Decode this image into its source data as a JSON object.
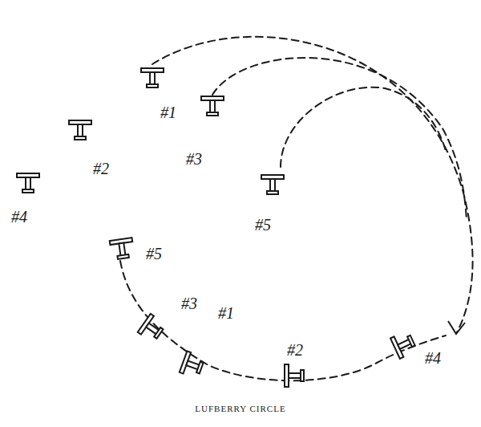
{
  "diagram": {
    "caption": "LUFBERRY CIRCLE",
    "labels": [
      "#1",
      "#2",
      "#3",
      "#4",
      "#5",
      "#5",
      "#3",
      "#1",
      "#2",
      "#4"
    ]
  }
}
